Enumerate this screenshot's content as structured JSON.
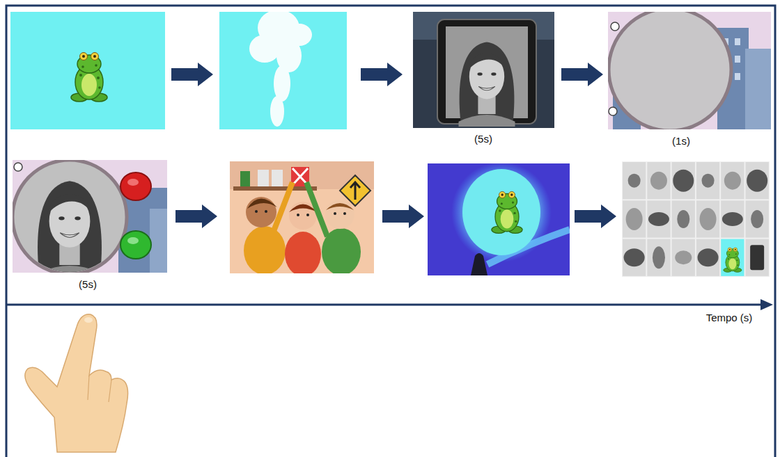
{
  "diagram": {
    "labels": [
      "(5s)",
      "(1s)",
      "(5s)",
      "Tempo (s)"
    ]
  }
}
